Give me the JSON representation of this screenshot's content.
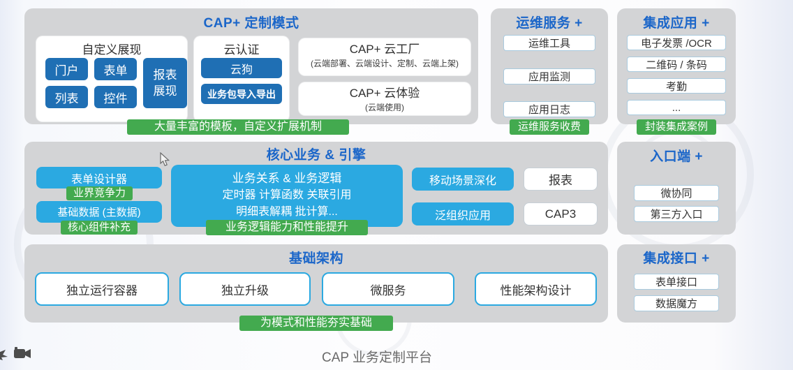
{
  "page": {
    "footer_title": "CAP 业务定制平台"
  },
  "colors": {
    "panel_bg": "#d3d4d6",
    "title_blue": "#1b66c9",
    "dark_blue": "#1f6fb4",
    "cyan": "#2ba9e1",
    "green_tag": "#43aa4f"
  },
  "icons": {
    "pointer_partial": "pointer-icon",
    "camera": "video-camera-icon",
    "mouse": "mouse-cursor-arrow"
  },
  "panels": {
    "cap_mode": {
      "title": "CAP+ 定制模式",
      "custom_display": {
        "title": "自定义展现",
        "buttons": [
          "门户",
          "表单",
          "列表",
          "控件"
        ],
        "tall_button_line1": "报表",
        "tall_button_line2": "展现"
      },
      "cloud_auth": {
        "title": "云认证",
        "buttons": [
          "云狗",
          "业务包导入导出"
        ]
      },
      "cloud_factory": {
        "title": "CAP+ 云工厂",
        "subtitle": "(云端部署、云端设计、定制、云端上架)"
      },
      "cloud_experience": {
        "title": "CAP+ 云体验",
        "subtitle": "(云端使用)"
      },
      "tag": "大量丰富的模板，自定义扩展机制"
    },
    "ops_service": {
      "title": "运维服务 +",
      "buttons": [
        "运维工具",
        "应用监测",
        "应用日志"
      ],
      "tag": "运维服务收费"
    },
    "integrated_apps": {
      "title": "集成应用 +",
      "buttons": [
        "电子发票 /OCR",
        "二维码 / 条码",
        "考勤",
        "..."
      ],
      "tag": "封装集成案例"
    },
    "core_business": {
      "title": "核心业务 & 引擎",
      "form_designer": "表单设计器",
      "form_designer_tag": "业界竞争力",
      "base_data": "基础数据 (主数据)",
      "base_data_tag": "核心组件补充",
      "logic_box": {
        "line1": "业务关系 & 业务逻辑",
        "line2": "定时器 计算函数 关联引用",
        "line3": "明细表解耦 批计算..."
      },
      "logic_tag": "业务逻辑能力和性能提升",
      "mobile_scene": "移动场景深化",
      "pan_org": "泛组织应用",
      "report": "报表",
      "cap3": "CAP3"
    },
    "entry": {
      "title": "入口端 +",
      "buttons": [
        "微协同",
        "第三方入口"
      ]
    },
    "infrastructure": {
      "title": "基础架构",
      "buttons": [
        "独立运行容器",
        "独立升级",
        "微服务",
        "性能架构设计"
      ],
      "tag": "为模式和性能夯实基础"
    },
    "integration_api": {
      "title": "集成接口 +",
      "buttons": [
        "表单接口",
        "数据魔方"
      ]
    }
  }
}
